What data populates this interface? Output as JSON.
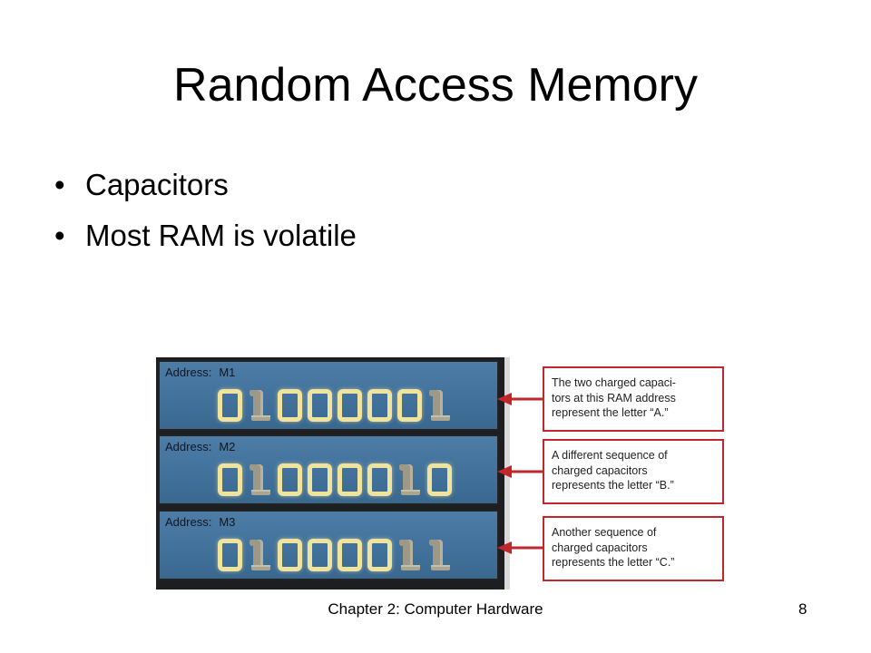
{
  "slide": {
    "title": "Random Access Memory",
    "bullets": [
      "Capacitors",
      "Most RAM is volatile"
    ],
    "bullet_symbol": "•",
    "footer": "Chapter 2: Computer Hardware",
    "slide_number": "8"
  },
  "figure": {
    "address_label": "Address:",
    "rows": [
      {
        "address": "M1",
        "bits": [
          0,
          1,
          0,
          0,
          0,
          0,
          0,
          1
        ],
        "callout": [
          "The two charged capaci-",
          "tors at this RAM address",
          "represent the letter “A.”"
        ]
      },
      {
        "address": "M2",
        "bits": [
          0,
          1,
          0,
          0,
          0,
          0,
          1,
          0
        ],
        "callout": [
          "A different sequence of",
          "charged capacitors",
          "represents the letter “B.”"
        ]
      },
      {
        "address": "M3",
        "bits": [
          0,
          1,
          0,
          0,
          0,
          0,
          1,
          1
        ],
        "callout": [
          "Another sequence of",
          "charged capacitors",
          "represents the letter “C.”"
        ]
      }
    ],
    "colors": {
      "panel": "#3f6f98",
      "zero_digit": "#efe39e",
      "one_digit": "#9d9986",
      "callout_border": "#c0272d"
    }
  }
}
